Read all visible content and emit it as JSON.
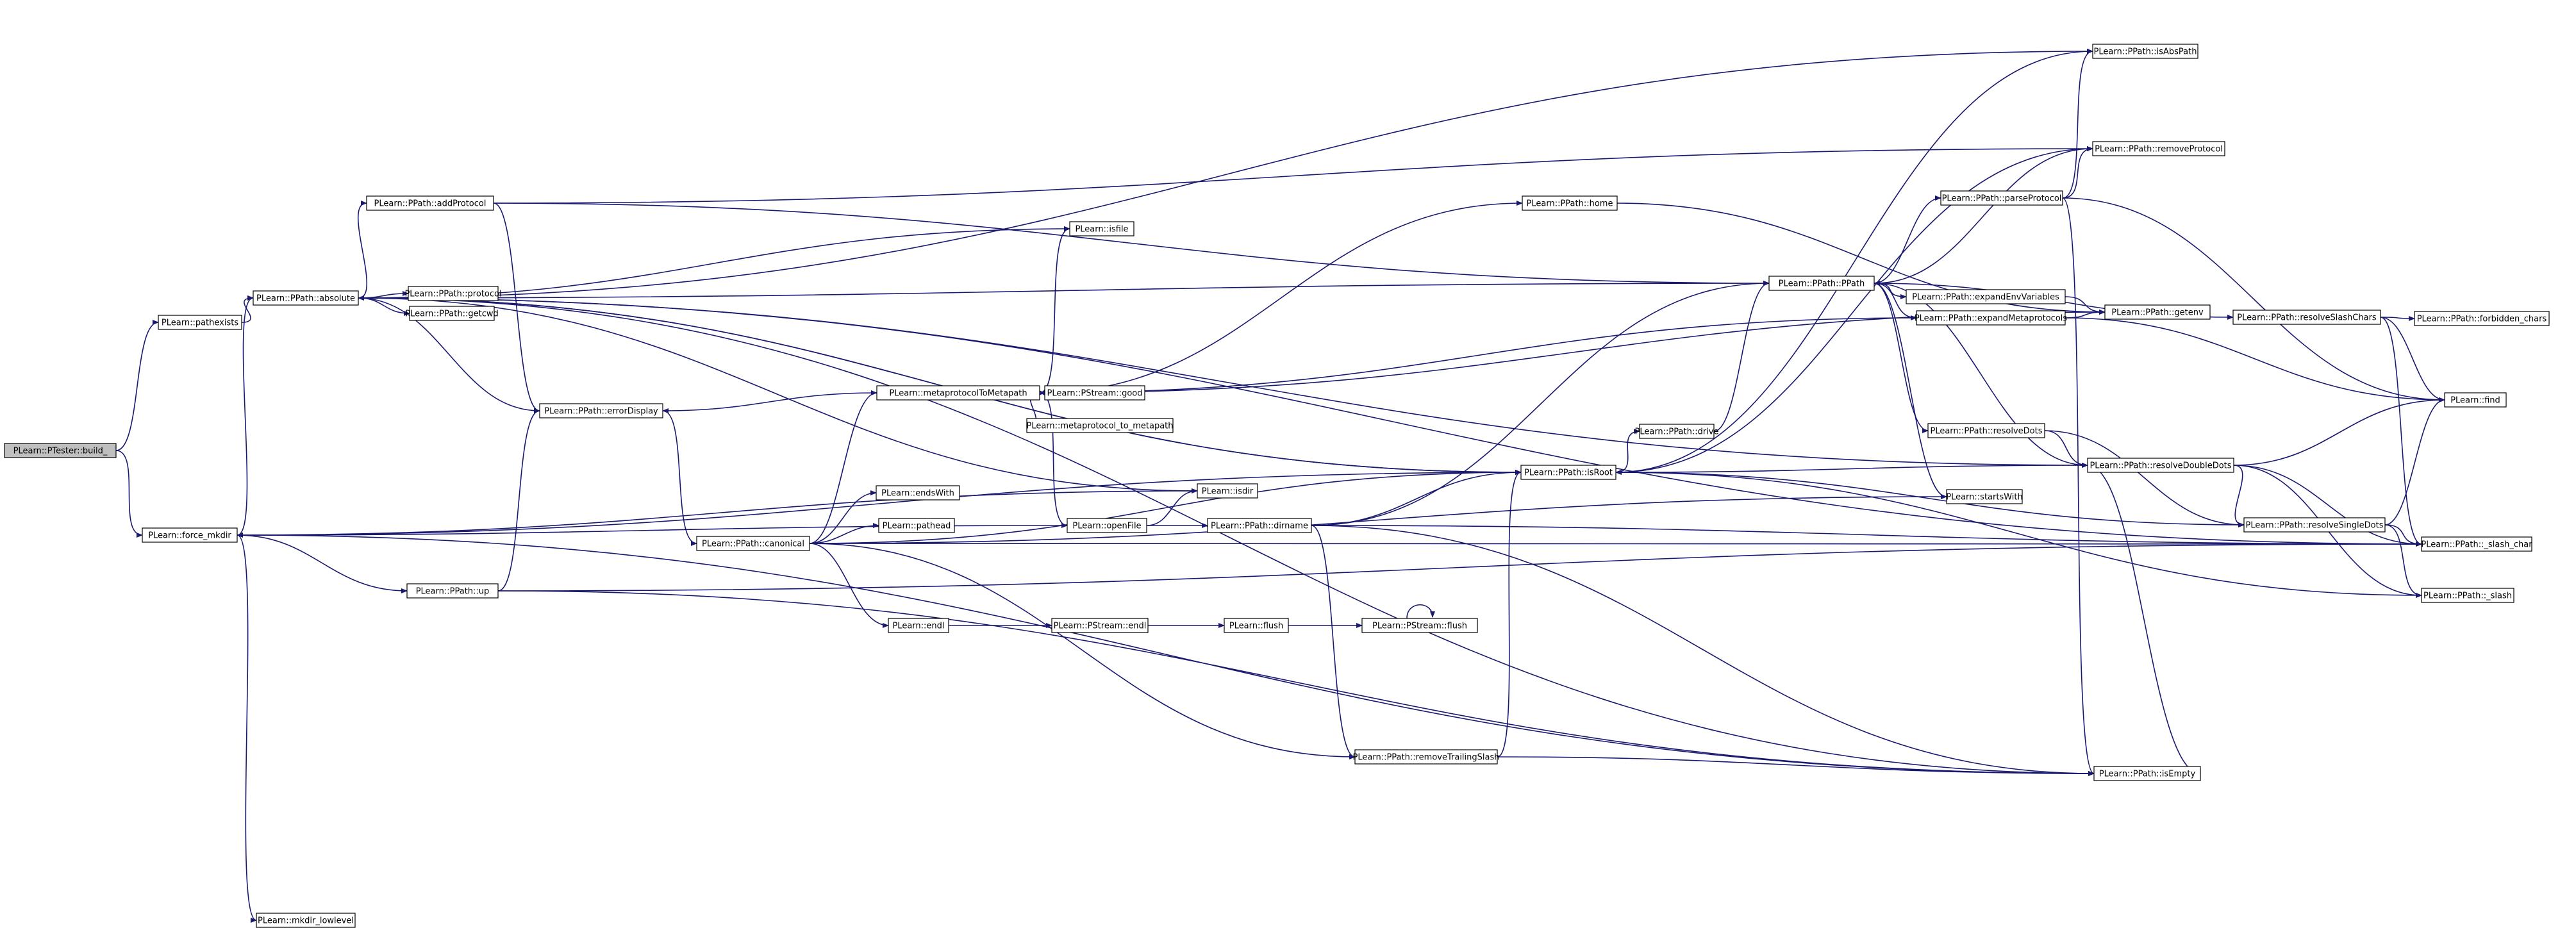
{
  "nodes": [
    {
      "id": "n0",
      "label": "PLearn::PTester::build_",
      "root": true
    },
    {
      "id": "n1",
      "label": "PLearn::pathexists"
    },
    {
      "id": "n2",
      "label": "PLearn::force_mkdir"
    },
    {
      "id": "n3",
      "label": "PLearn::PPath::absolute"
    },
    {
      "id": "n4",
      "label": "PLearn::PPath::addProtocol"
    },
    {
      "id": "n5",
      "label": "PLearn::PPath::protocol"
    },
    {
      "id": "n6",
      "label": "PLearn::PPath::getcwd"
    },
    {
      "id": "n7",
      "label": "PLearn::PPath::errorDisplay"
    },
    {
      "id": "n8",
      "label": "PLearn::PPath::up"
    },
    {
      "id": "n9",
      "label": "PLearn::mkdir_lowlevel"
    },
    {
      "id": "n10",
      "label": "PLearn::PPath::canonical"
    },
    {
      "id": "n11",
      "label": "PLearn::metaprotocolToMetapath"
    },
    {
      "id": "n12",
      "label": "PLearn::isfile"
    },
    {
      "id": "n13",
      "label": "PLearn::endsWith"
    },
    {
      "id": "n14",
      "label": "PLearn::pathead"
    },
    {
      "id": "n15",
      "label": "PLearn::endl"
    },
    {
      "id": "n16",
      "label": "PLearn::PStream::good"
    },
    {
      "id": "n17",
      "label": "PLearn::metaprotocol_to_metapath"
    },
    {
      "id": "n18",
      "label": "PLearn::openFile"
    },
    {
      "id": "n19",
      "label": "PLearn::PStream::endl"
    },
    {
      "id": "n20",
      "label": "PLearn::isdir"
    },
    {
      "id": "n21",
      "label": "PLearn::PPath::dirname"
    },
    {
      "id": "n22",
      "label": "PLearn::flush"
    },
    {
      "id": "n23",
      "label": "PLearn::PStream::flush"
    },
    {
      "id": "n24",
      "label": "PLearn::PPath::removeTrailingSlash"
    },
    {
      "id": "n25",
      "label": "PLearn::PPath::home"
    },
    {
      "id": "n26",
      "label": "PLearn::PPath::isRoot"
    },
    {
      "id": "n27",
      "label": "PLearn::PPath::drive"
    },
    {
      "id": "n28",
      "label": "PLearn::PPath::PPath"
    },
    {
      "id": "n29",
      "label": "PLearn::PPath::expandEnvVariables"
    },
    {
      "id": "n30",
      "label": "PLearn::PPath::expandMetaprotocols"
    },
    {
      "id": "n31",
      "label": "PLearn::PPath::parseProtocol"
    },
    {
      "id": "n32",
      "label": "PLearn::PPath::resolveDots"
    },
    {
      "id": "n33",
      "label": "PLearn::startsWith"
    },
    {
      "id": "n34",
      "label": "PLearn::PPath::isAbsPath"
    },
    {
      "id": "n35",
      "label": "PLearn::PPath::removeProtocol"
    },
    {
      "id": "n36",
      "label": "PLearn::PPath::getenv"
    },
    {
      "id": "n37",
      "label": "PLearn::PPath::resolveDoubleDots"
    },
    {
      "id": "n38",
      "label": "PLearn::PPath::resolveSingleDots"
    },
    {
      "id": "n39",
      "label": "PLearn::PPath::isEmpty"
    },
    {
      "id": "n40",
      "label": "PLearn::PPath::resolveSlashChars"
    },
    {
      "id": "n41",
      "label": "PLearn::PPath::forbidden_chars"
    },
    {
      "id": "n42",
      "label": "PLearn::find"
    },
    {
      "id": "n43",
      "label": "PLearn::PPath::_slash_char"
    },
    {
      "id": "n44",
      "label": "PLearn::PPath::_slash"
    }
  ],
  "edges": [
    [
      "n0",
      "n1"
    ],
    [
      "n0",
      "n2"
    ],
    [
      "n1",
      "n3"
    ],
    [
      "n2",
      "n3"
    ],
    [
      "n2",
      "n8"
    ],
    [
      "n2",
      "n9"
    ],
    [
      "n2",
      "n20"
    ],
    [
      "n2",
      "n39"
    ],
    [
      "n2",
      "n26"
    ],
    [
      "n3",
      "n4"
    ],
    [
      "n3",
      "n5"
    ],
    [
      "n3",
      "n6"
    ],
    [
      "n3",
      "n7"
    ],
    [
      "n3",
      "n12"
    ],
    [
      "n3",
      "n26"
    ],
    [
      "n3",
      "n28"
    ],
    [
      "n3",
      "n34"
    ],
    [
      "n3",
      "n39"
    ],
    [
      "n3",
      "n43"
    ],
    [
      "n3",
      "n37"
    ],
    [
      "n4",
      "n7"
    ],
    [
      "n4",
      "n28"
    ],
    [
      "n4",
      "n35"
    ],
    [
      "n7",
      "n10"
    ],
    [
      "n8",
      "n7"
    ],
    [
      "n8",
      "n39"
    ],
    [
      "n8",
      "n43"
    ],
    [
      "n10",
      "n11"
    ],
    [
      "n10",
      "n13"
    ],
    [
      "n10",
      "n14"
    ],
    [
      "n10",
      "n15"
    ],
    [
      "n10",
      "n33"
    ],
    [
      "n10",
      "n24"
    ],
    [
      "n10",
      "n26"
    ],
    [
      "n10",
      "n43"
    ],
    [
      "n11",
      "n12"
    ],
    [
      "n11",
      "n16"
    ],
    [
      "n11",
      "n17"
    ],
    [
      "n11",
      "n18"
    ],
    [
      "n11",
      "n25"
    ],
    [
      "n11",
      "n7"
    ],
    [
      "n11",
      "n36"
    ],
    [
      "n15",
      "n19"
    ],
    [
      "n18",
      "n20"
    ],
    [
      "n18",
      "n21"
    ],
    [
      "n18",
      "n2"
    ],
    [
      "n19",
      "n22"
    ],
    [
      "n20",
      "n3"
    ],
    [
      "n21",
      "n24"
    ],
    [
      "n21",
      "n26"
    ],
    [
      "n21",
      "n28"
    ],
    [
      "n21",
      "n39"
    ],
    [
      "n21",
      "n43"
    ],
    [
      "n22",
      "n23"
    ],
    [
      "n23",
      "n23"
    ],
    [
      "n24",
      "n26"
    ],
    [
      "n24",
      "n39"
    ],
    [
      "n25",
      "n36"
    ],
    [
      "n26",
      "n27"
    ],
    [
      "n26",
      "n34"
    ],
    [
      "n26",
      "n35"
    ],
    [
      "n26",
      "n44"
    ],
    [
      "n26",
      "n3"
    ],
    [
      "n27",
      "n28"
    ],
    [
      "n28",
      "n29"
    ],
    [
      "n28",
      "n30"
    ],
    [
      "n28",
      "n31"
    ],
    [
      "n28",
      "n32"
    ],
    [
      "n28",
      "n33"
    ],
    [
      "n28",
      "n40"
    ],
    [
      "n28",
      "n37"
    ],
    [
      "n29",
      "n36"
    ],
    [
      "n30",
      "n11"
    ],
    [
      "n30",
      "n36"
    ],
    [
      "n30",
      "n42"
    ],
    [
      "n31",
      "n34"
    ],
    [
      "n31",
      "n35"
    ],
    [
      "n31",
      "n39"
    ],
    [
      "n31",
      "n42"
    ],
    [
      "n32",
      "n37"
    ],
    [
      "n32",
      "n38"
    ],
    [
      "n35",
      "n28"
    ],
    [
      "n37",
      "n26"
    ],
    [
      "n37",
      "n39"
    ],
    [
      "n37",
      "n38"
    ],
    [
      "n37",
      "n42"
    ],
    [
      "n37",
      "n43"
    ],
    [
      "n37",
      "n44"
    ],
    [
      "n38",
      "n26"
    ],
    [
      "n38",
      "n42"
    ],
    [
      "n38",
      "n43"
    ],
    [
      "n38",
      "n44"
    ],
    [
      "n40",
      "n41"
    ],
    [
      "n40",
      "n42"
    ],
    [
      "n40",
      "n43"
    ]
  ]
}
